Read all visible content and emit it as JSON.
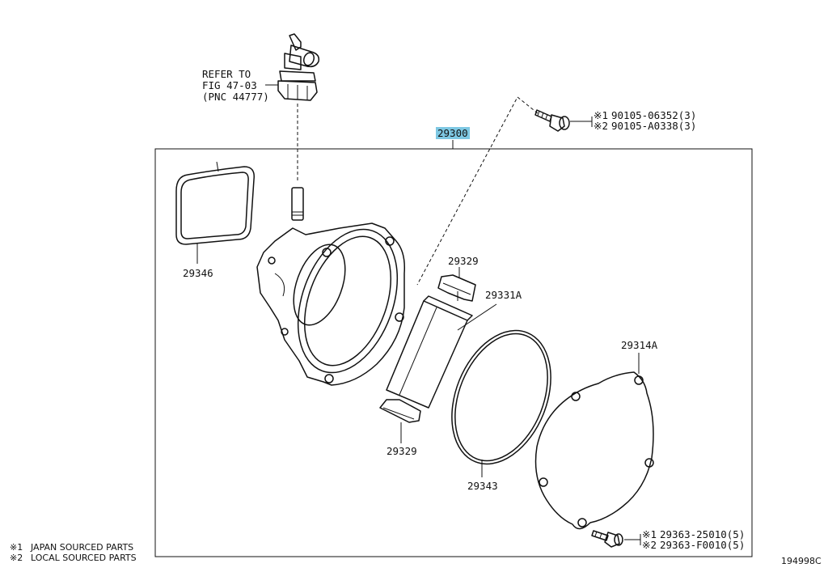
{
  "diagram_id": "194998C",
  "assembly": {
    "number": "29300"
  },
  "reference": {
    "line1": "REFER TO",
    "line2": "FIG 47-03",
    "line3": "(PNC 44777)"
  },
  "parts": {
    "gasket": "29346",
    "cap_top": "29329",
    "cap_bottom": "29329",
    "vane": "29331A",
    "oring": "29343",
    "cover": "29314A"
  },
  "bolts_top": {
    "row1_mark": "※1",
    "row1_part": "90105-06352(3)",
    "row2_mark": "※2",
    "row2_part": "90105-A0338(3)"
  },
  "bolts_bottom": {
    "row1_mark": "※1",
    "row1_part": "29363-25010(5)",
    "row2_mark": "※2",
    "row2_part": "29363-F0010(5)"
  },
  "notes": {
    "row1_mark": "※1",
    "row1_text": "JAPAN SOURCED PARTS",
    "row2_mark": "※2",
    "row2_text": "LOCAL SOURCED PARTS"
  }
}
